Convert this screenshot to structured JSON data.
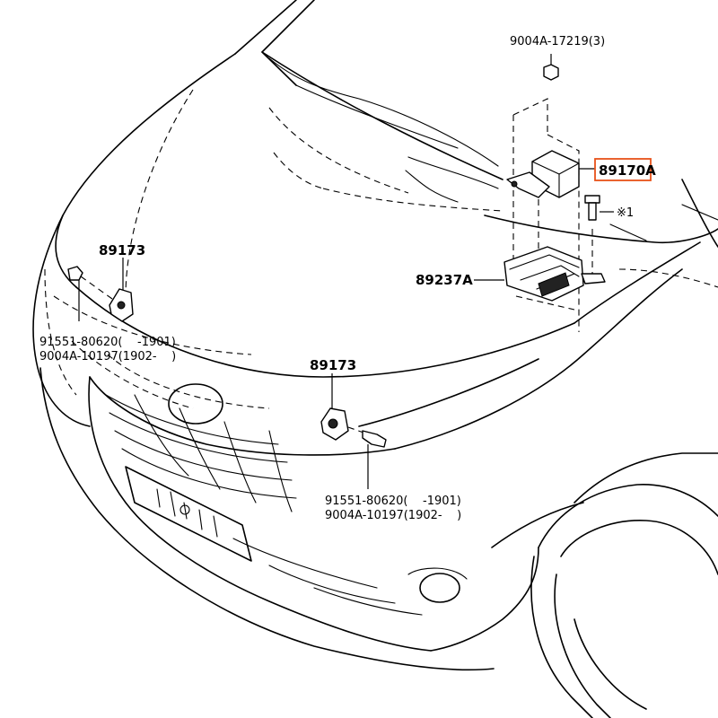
{
  "labels": {
    "nut_top": "9004A-17219(3)",
    "module_main": "89170A",
    "note_mark": "※1",
    "bracket": "89237A",
    "sensor_left": "89173",
    "left_bolt_line1": "91551-80620(    -1901)",
    "left_bolt_line2": "9004A-10197(1902-    )",
    "sensor_center": "89173",
    "center_bolt_line1": "91551-80620(    -1901)",
    "center_bolt_line2": "9004A-10197(1902-    )"
  },
  "colors": {
    "highlight": "#e8521a",
    "line": "#000000",
    "background": "#ffffff"
  }
}
